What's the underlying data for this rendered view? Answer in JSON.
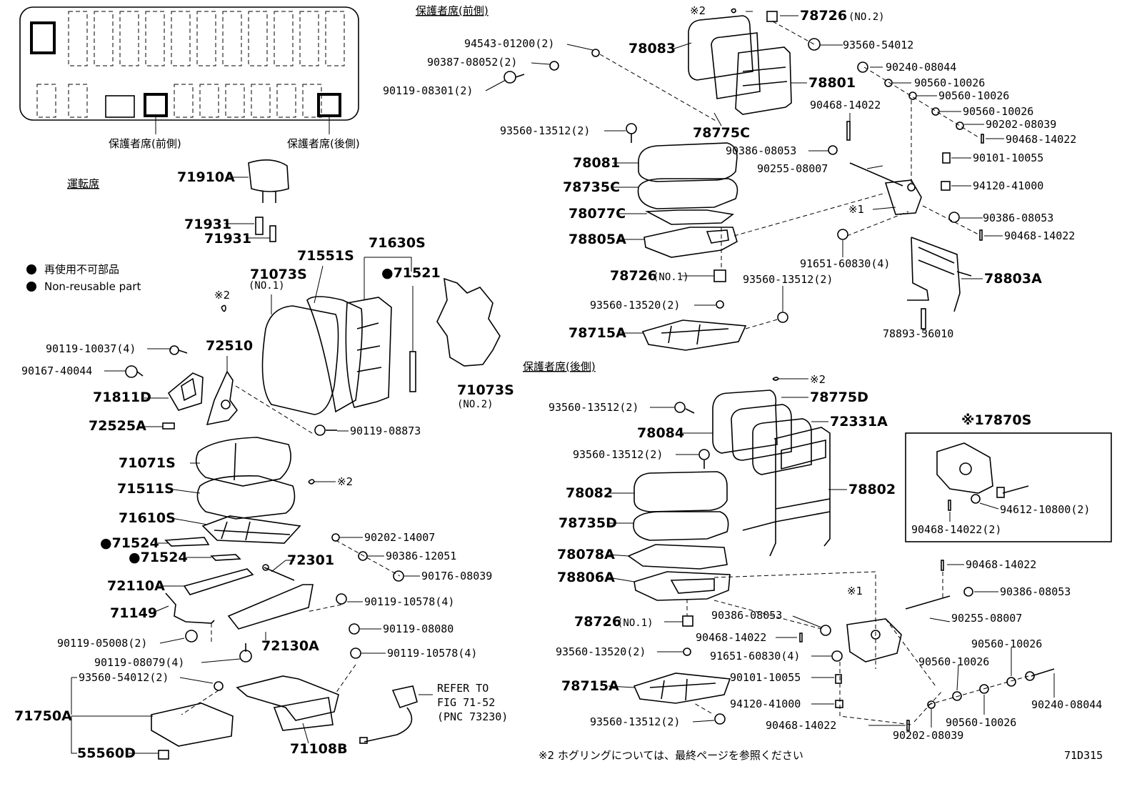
{
  "locator": {
    "label_front": "保護者席(前側)",
    "label_rear": "保護者席(後側)"
  },
  "sections": {
    "driver": "運転席",
    "guardian_front": "保護者席(前側)",
    "guardian_rear": "保護者席(後側)"
  },
  "legend": {
    "jp": "再使用不可部品",
    "en": "Non-reusable part"
  },
  "driver_parts": [
    "71910A",
    "71931",
    "71931",
    "71073S",
    "(NO.1)",
    "71551S",
    "71630S",
    "●71521",
    "※2",
    "71073S",
    "(NO.2)",
    "90119-10037(4)",
    "90167-40044",
    "72510",
    "71811D",
    "72525A",
    "90119-08873",
    "71071S",
    "71511S",
    "71610S",
    "●71524",
    "●71524",
    "※2",
    "72301",
    "90202-14007",
    "90386-12051",
    "90176-08039",
    "72110A",
    "90119-10578(4)",
    "71149",
    "90119-08080",
    "90119-05008(2)",
    "72130A",
    "90119-08079(4)",
    "90119-10578(4)",
    "93560-54012(2)",
    "71750A",
    "55560D",
    "71108B"
  ],
  "refer": [
    "REFER TO",
    "FIG 71-52",
    "(PNC 73230)"
  ],
  "front_parts": [
    "※2",
    "78726",
    "(NO.2)",
    "94543-01200(2)",
    "78083",
    "93560-54012",
    "90387-08052(2)",
    "90240-08044",
    "90119-08301(2)",
    "78801",
    "90560-10026",
    "90560-10026",
    "90468-14022",
    "90560-10026",
    "78775C",
    "90202-08039",
    "93560-13512(2)",
    "90468-14022",
    "90386-08053",
    "90101-10055",
    "78081",
    "90255-08007",
    "78735C",
    "94120-41000",
    "※1",
    "78077C",
    "90386-08053",
    "90468-14022",
    "78805A",
    "91651-60830(4)",
    "78726",
    "(NO.1)",
    "93560-13512(2)",
    "78803A",
    "93560-13520(2)",
    "78715A",
    "78893-36010"
  ],
  "rear_parts": [
    "※2",
    "78775D",
    "93560-13512(2)",
    "72331A",
    "78084",
    "93560-13512(2)",
    "78082",
    "78802",
    "78735D",
    "78078A",
    "78806A",
    "90468-14022",
    "※1",
    "90386-08053",
    "90386-08053",
    "90255-08007",
    "78726",
    "(NO.1)",
    "90468-14022",
    "91651-60830(4)",
    "93560-13520(2)",
    "90560-10026",
    "90101-10055",
    "90560-10026",
    "78715A",
    "94120-41000",
    "90240-08044",
    "93560-13512(2)",
    "90468-14022",
    "90202-08039",
    "90560-10026"
  ],
  "inset": {
    "title": "※17870S",
    "parts": [
      "94612-10800(2)",
      "90468-14022(2)"
    ]
  },
  "footnote": "※2 ホグリングについては、最終ページを参照ください",
  "figure_id": "71D315"
}
